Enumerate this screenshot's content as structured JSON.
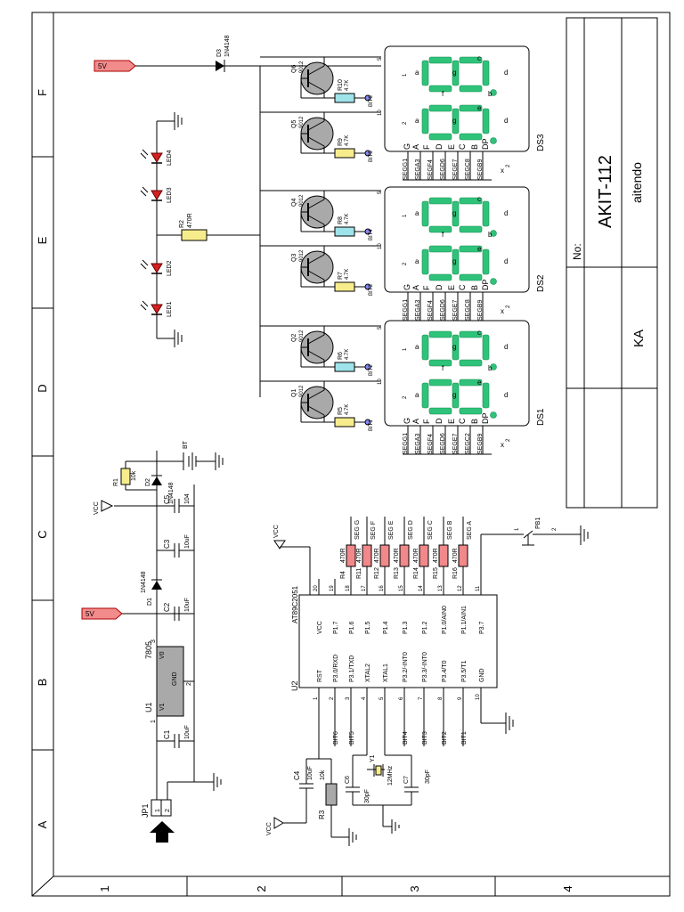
{
  "frame": {
    "row_labels": [
      "A",
      "B",
      "C",
      "D",
      "E",
      "F"
    ],
    "col_labels": [
      "1",
      "2",
      "3",
      "4"
    ]
  },
  "title_block": {
    "no_label": "No:",
    "project": "AKIT-112",
    "company": "aitendo",
    "code": "KA"
  },
  "power": {
    "jp1": "JP1",
    "jp1_pins": [
      "1",
      "2"
    ],
    "u1": "U1",
    "u1_part": "7805",
    "u1_pins": [
      "V1",
      "GND",
      "V0"
    ],
    "u1_pin_numbers": [
      "1",
      "2",
      "3"
    ],
    "c1": "C1",
    "c1_val": "10uF",
    "c2": "C2",
    "c2_val": "10uF",
    "c3": "C3",
    "c3_val": "10uF",
    "c5": "C5",
    "c5_val": "104",
    "d1": "D1",
    "d1_val": "1N4148",
    "d2": "D2",
    "d2_val": "1N4148",
    "r1": "R1",
    "r1_val": "10k",
    "bt": "BT",
    "vcc": "VCC",
    "v5": "5V"
  },
  "mcu": {
    "ref": "U2",
    "part": "AT89C2051",
    "left_pins": [
      "RST",
      "P3.0/RXD",
      "P3.1/TXD",
      "XTAL2",
      "XTAL1",
      "P3.2/-INT0",
      "P3.3/-INT0",
      "P3.4/T0",
      "P3.5/T1",
      "GND"
    ],
    "left_nums": [
      "1",
      "2",
      "3",
      "4",
      "5",
      "6",
      "7",
      "8",
      "9",
      "10"
    ],
    "right_pins": [
      "VCC",
      "P1.7",
      "P1.6",
      "P1.5",
      "P1.4",
      "P1.3",
      "P1.2",
      "P1.0/AIN0",
      "P1.1/AIN1",
      "P3.7"
    ],
    "right_nums": [
      "20",
      "19",
      "18",
      "17",
      "16",
      "15",
      "14",
      "13",
      "12",
      "11"
    ],
    "bit_labels": [
      "BIT6",
      "BIT5",
      "BIT4",
      "BIT3",
      "BIT2",
      "BIT1"
    ]
  },
  "resistors_seg": {
    "refs": [
      "R4",
      "R11",
      "R12",
      "R13",
      "R14",
      "R15",
      "R16"
    ],
    "value": "470R",
    "nets": [
      "SEG G",
      "SEG F",
      "SEG E",
      "SEG D",
      "SEG C",
      "SEG B",
      "SEG A"
    ]
  },
  "crystal": {
    "y1": "Y1",
    "y1_val": "12MHz",
    "c6": "C6",
    "c6_val": "30pF",
    "c7": "C7",
    "c7_val": "30pF",
    "c4": "C4",
    "c4_val": "10uF",
    "r3": "R3",
    "r3_val": "10k",
    "vcc": "VCC"
  },
  "button": {
    "ref": "PB1",
    "pins": [
      "1",
      "2"
    ]
  },
  "top": {
    "v5": "5V",
    "d3": "D3",
    "d3_val": "1N4148",
    "r2": "R2",
    "r2_val": "470R",
    "leds": [
      "LED4",
      "LED3",
      "LED2",
      "LED1"
    ]
  },
  "transistors": {
    "refs": [
      "Q6",
      "Q5",
      "Q4",
      "Q3",
      "Q2",
      "Q1"
    ],
    "part": "9012",
    "base_res": [
      "R10",
      "R9",
      "R8",
      "R7",
      "R6",
      "R5"
    ],
    "base_val": "4.7K",
    "bits": [
      "BIT6",
      "BIT5",
      "BIT4",
      "BIT3",
      "BIT2",
      "BIT1"
    ],
    "pin_top": [
      "5",
      "10",
      "5",
      "10",
      "5",
      "10"
    ]
  },
  "displays": {
    "refs": [
      "DS3",
      "DS2",
      "DS1"
    ],
    "seg_letters": [
      "a",
      "b",
      "c",
      "d",
      "e",
      "f",
      "g"
    ],
    "digit_nums": [
      "1",
      "2"
    ],
    "pin_letters": [
      "G",
      "A",
      "F",
      "D",
      "E",
      "C",
      "B",
      "DP"
    ],
    "nets_ds3": [
      "SEGG1",
      "SEGA3",
      "SEGF4",
      "SEGD6",
      "SEGE7",
      "SEGC8",
      "SEGB9"
    ],
    "nets_ds2": [
      "SEGG1",
      "SEGA3",
      "SEGF4",
      "SEGD6",
      "SEGE7",
      "SEGC8",
      "SEGB9"
    ],
    "nets_ds1": [
      "SEGG1",
      "SEGA3",
      "SEGF4",
      "SEGD6",
      "SEGE7",
      "SEGC2",
      "SEGB9"
    ],
    "nc_mark": "2",
    "dp_mark": "x"
  },
  "colors": {
    "segment_green": "#2fc37a",
    "resistor_yellow": "#f7ec8c",
    "resistor_cyan": "#9fe3ea",
    "resistor_red": "#f1888a",
    "flag_red": "#f28b8b",
    "led_red": "#d42020",
    "ic_gray": "#a9a9a9",
    "bit_node": "#8888ff"
  }
}
